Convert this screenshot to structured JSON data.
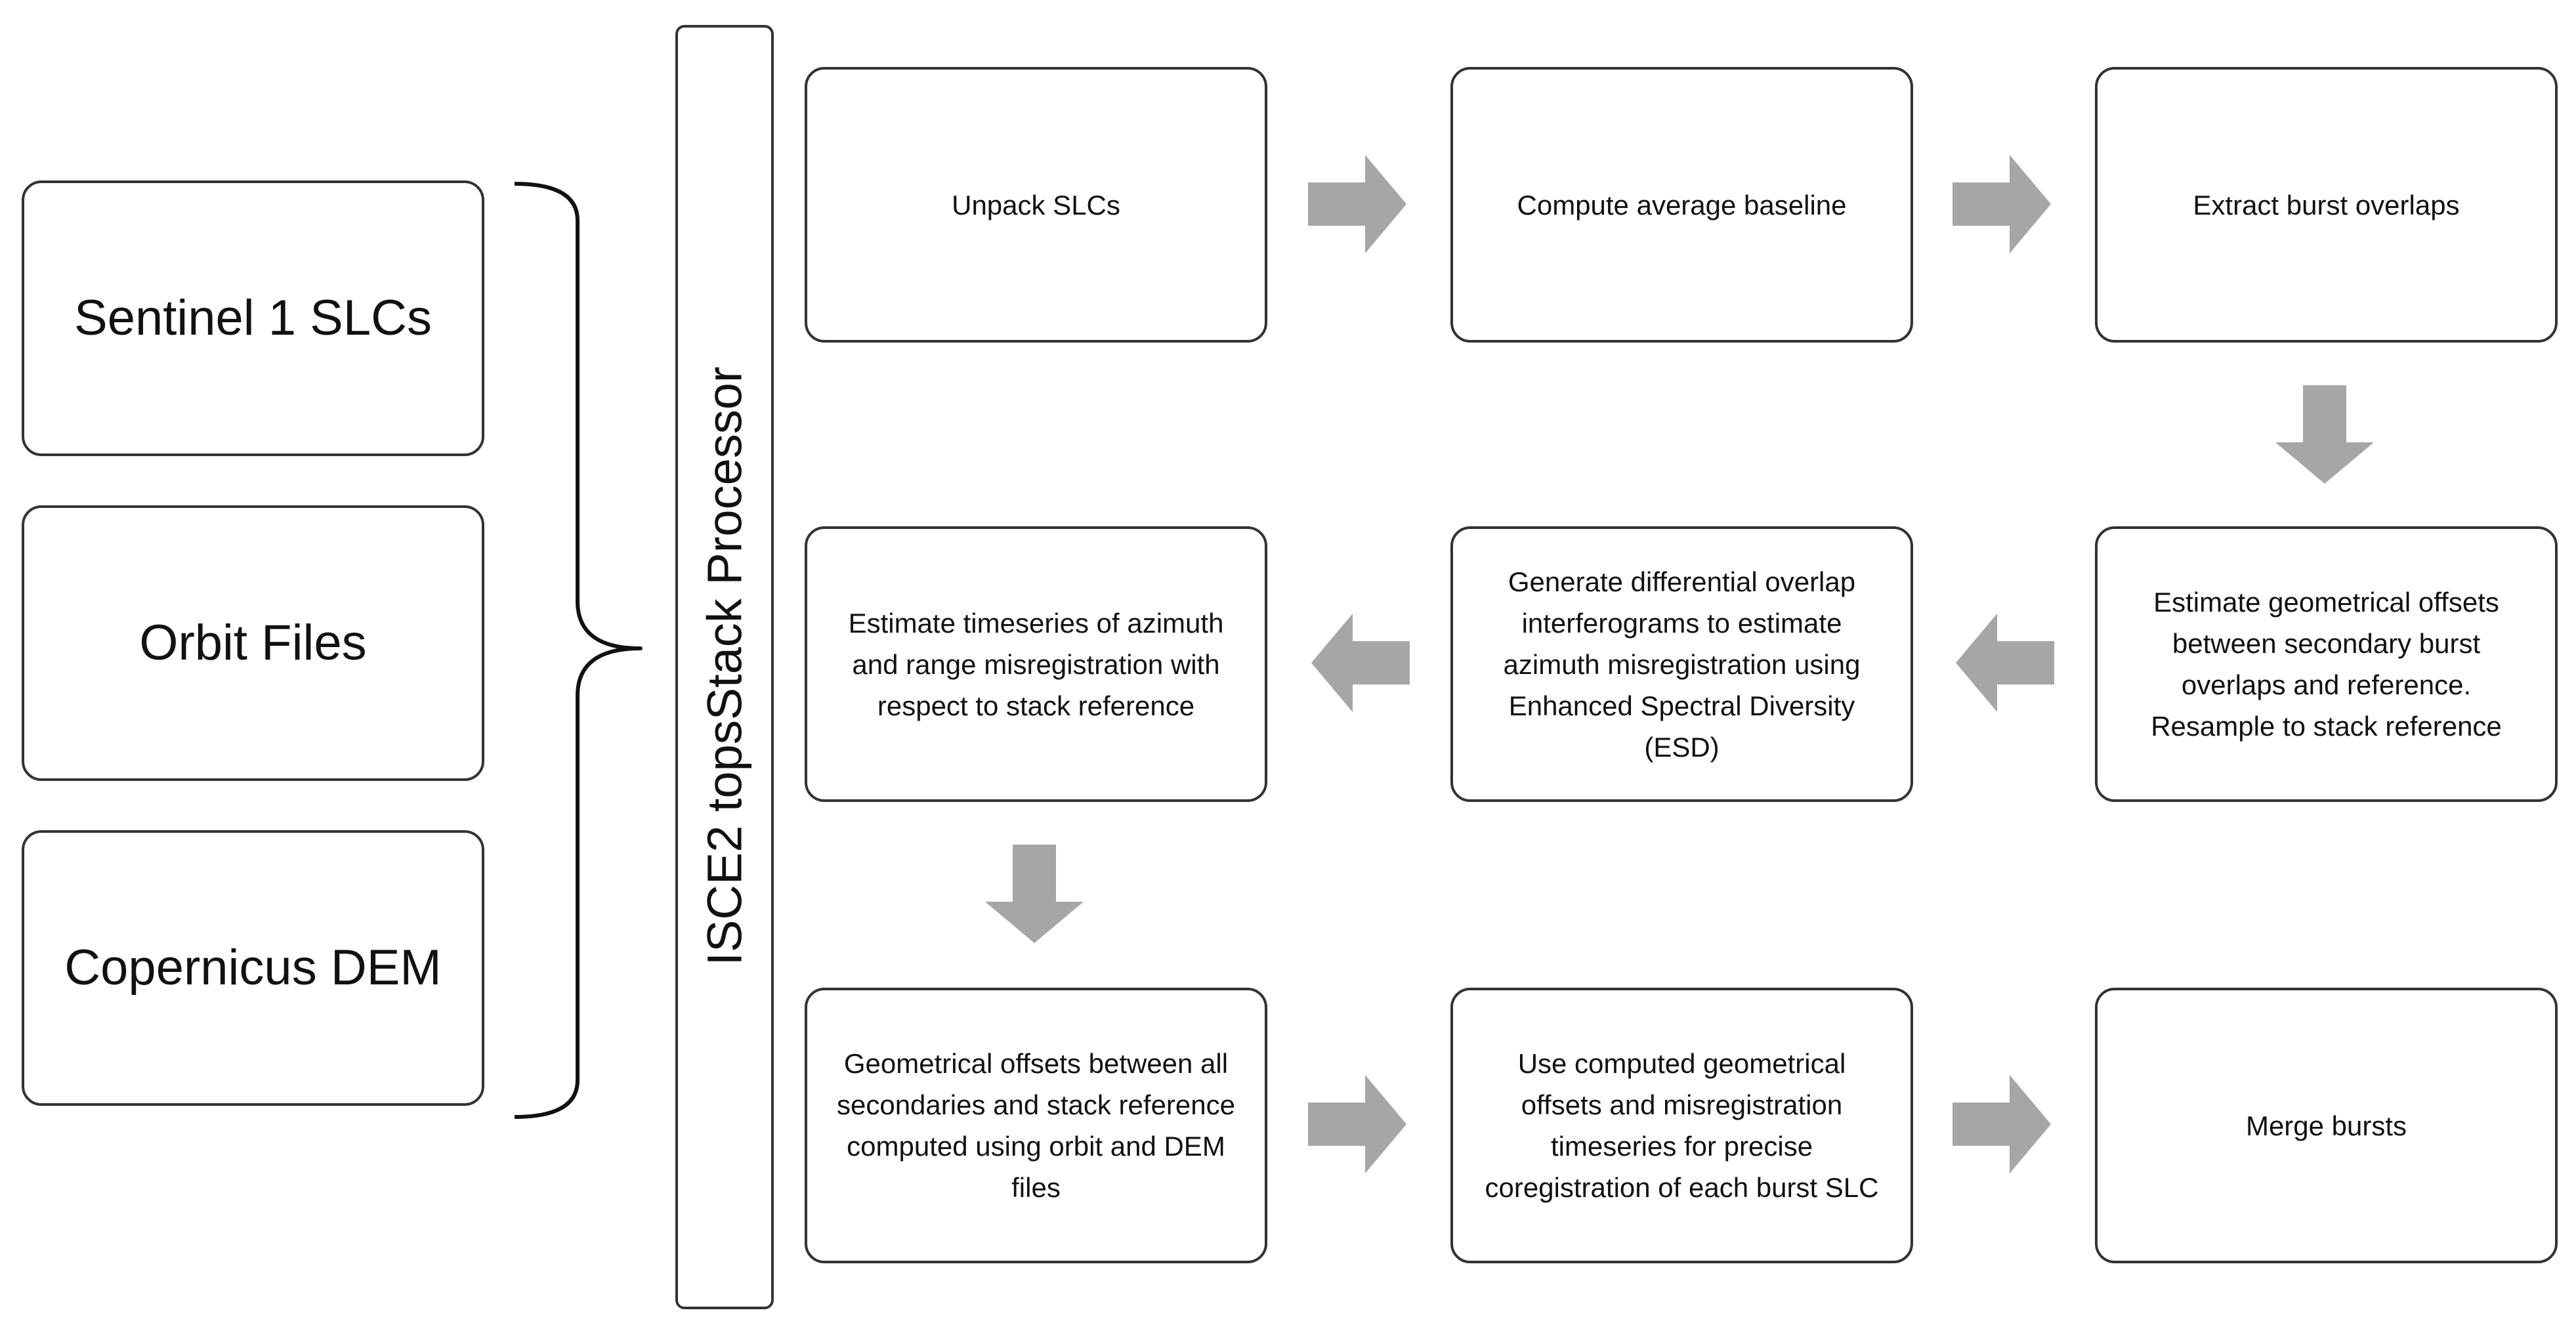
{
  "inputs": {
    "sentinel": "Sentinel 1 SLCs",
    "orbit": "Orbit Files",
    "dem": "Copernicus DEM"
  },
  "processor": {
    "label": "ISCE2 topsStack Processor"
  },
  "steps": {
    "unpack": "Unpack SLCs",
    "baseline": "Compute average baseline",
    "overlaps": "Extract burst overlaps",
    "estimate_offsets": "Estimate geometrical offsets between secondary burst overlaps and reference. Resample to stack reference",
    "esd": "Generate differential overlap interferograms to estimate azimuth misregistration using Enhanced Spectral Diversity (ESD)",
    "timeseries": "Estimate timeseries of azimuth and range misregistration with respect to stack reference",
    "geometrical": "Geometrical offsets between all secondaries and stack reference computed using orbit and DEM files",
    "coregistration": "Use computed geometrical offsets and misregistration timeseries for precise coregistration of each burst SLC",
    "merge": "Merge bursts"
  },
  "colors": {
    "arrow": "#a6a6a6",
    "border": "#333333"
  }
}
